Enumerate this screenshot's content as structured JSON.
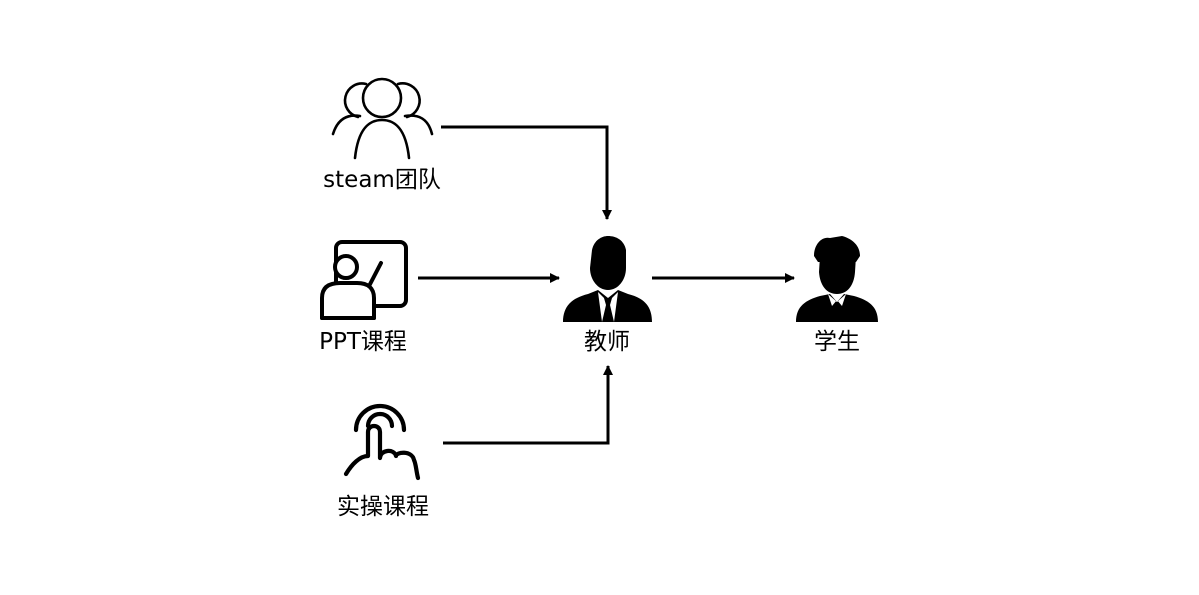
{
  "nodes": {
    "steam_team": {
      "label": "steam团队",
      "icon": "group-icon"
    },
    "ppt_course": {
      "label": "PPT课程",
      "icon": "presentation-icon"
    },
    "practice_course": {
      "label": "实操课程",
      "icon": "touch-icon"
    },
    "teacher": {
      "label": "教师",
      "icon": "teacher-icon"
    },
    "student": {
      "label": "学生",
      "icon": "student-icon"
    }
  },
  "edges": [
    {
      "from": "steam_team",
      "to": "teacher"
    },
    {
      "from": "ppt_course",
      "to": "teacher"
    },
    {
      "from": "practice_course",
      "to": "teacher"
    },
    {
      "from": "teacher",
      "to": "student"
    }
  ],
  "colors": {
    "line": "#000000",
    "background": "#ffffff"
  }
}
